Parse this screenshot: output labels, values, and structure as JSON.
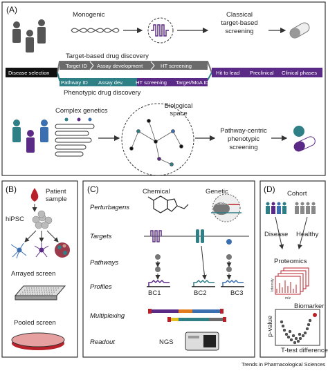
{
  "panelA": {
    "label": "(A)",
    "monogenic": "Monogenic",
    "classical": [
      "Classical",
      "target-based",
      "screening"
    ],
    "target_based": "Target-based drug discovery",
    "disease_selection": "Disease selection",
    "top_track": [
      "Target ID",
      "Assay development",
      "HT screening"
    ],
    "bottom_track": [
      "Pathway ID",
      "Assay dev.",
      "HT screening",
      "Target/MoA ID"
    ],
    "right_track": [
      "Hit to lead",
      "Preclinical",
      "Clinical phases"
    ],
    "phenotypic": "Phenotypic drug discovery",
    "complex_genetics": "Complex genetics",
    "biological_space": [
      "Biological",
      "space"
    ],
    "pathway_centric": [
      "Pathway-centric",
      "phenotypic",
      "screening"
    ]
  },
  "panelB": {
    "label": "(B)",
    "patient": [
      "Patient",
      "sample"
    ],
    "hipsc": "hiPSC",
    "arrayed": "Arrayed screen",
    "pooled": "Pooled screen"
  },
  "panelC": {
    "label": "(C)",
    "chemical": "Chemical",
    "genetic": "Genetic",
    "cas9": "Cas9",
    "rows": [
      "Perturbagens",
      "Targets",
      "Pathways",
      "Profiles",
      "Multiplexing",
      "Readout"
    ],
    "barcodes": [
      "BC1",
      "BC2",
      "BC3"
    ],
    "ngs": "NGS"
  },
  "panelD": {
    "label": "(D)",
    "cohort": "Cohort",
    "disease": "Disease",
    "healthy": "Healthy",
    "proteomics": "Proteomics",
    "intensity": "Intensity",
    "mz": "m/z",
    "biomarker": "Biomarker",
    "pvalue": "p-value",
    "ttest": "T-test difference"
  },
  "footer": "Trends in Pharmacological Sciences",
  "colors": {
    "teal": "#2f7f86",
    "purple": "#5b2a86",
    "blue": "#3b6fb0",
    "grey": "#6b6b6b",
    "dark": "#111111",
    "red": "#b8202a"
  }
}
